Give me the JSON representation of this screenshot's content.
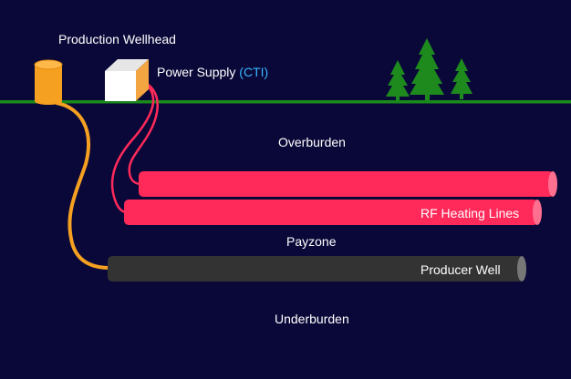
{
  "labels": {
    "wellhead": "Production Wellhead",
    "power_supply": "Power Supply",
    "power_supply_tag": "(CTI)",
    "overburden": "Overburden",
    "payzone": "Payzone",
    "underburden": "Underburden",
    "rf_heating_lines": "RF Heating Lines",
    "producer_well": "Producer Well"
  },
  "colors": {
    "background": "#0a0838",
    "ground_line": "#1a8a1a",
    "wellhead": "#f5a020",
    "rf_lines": "#ff2a5a",
    "producer_well": "#333333",
    "trees": "#1e8a1e",
    "accent": "#38b6ff",
    "text": "#ffffff"
  },
  "icons": [
    "wellhead-cylinder-icon",
    "power-supply-box-icon",
    "tree-icon"
  ]
}
